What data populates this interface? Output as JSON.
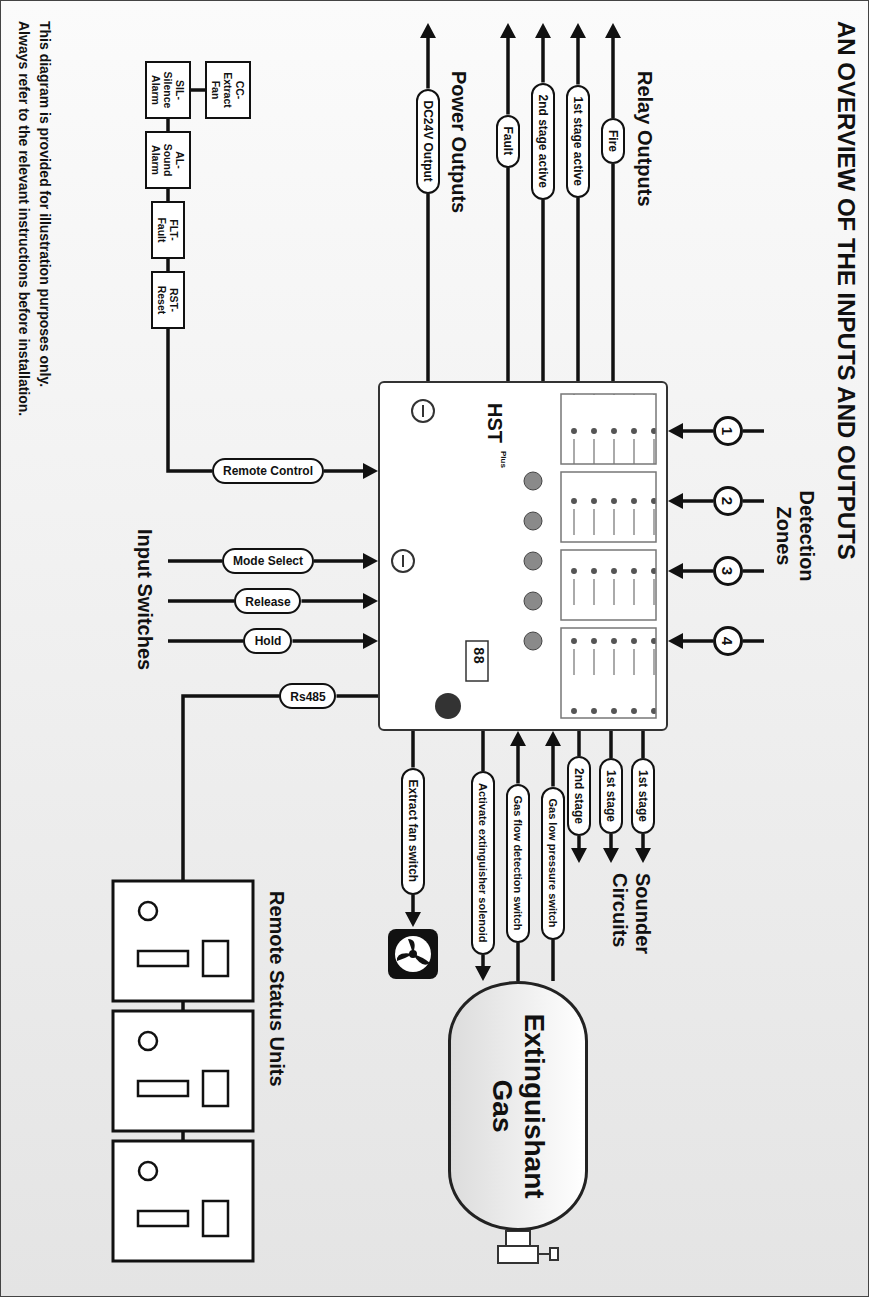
{
  "diagram": {
    "title": "AN OVERVIEW OF THE INPUTS AND OUTPUTS",
    "nodes": [
      {
        "text": [
          "1"
        ]
      },
      {
        "text": [
          "2"
        ]
      },
      {
        "text": [
          "3"
        ]
      },
      {
        "text": [
          "4"
        ]
      },
      {
        "text": [
          "HST",
          "Plus"
        ]
      },
      {
        "text": [
          "Fire"
        ]
      },
      {
        "text": [
          "1st stage active"
        ]
      },
      {
        "text": [
          "2nd stage active"
        ]
      },
      {
        "text": [
          "Fault"
        ]
      },
      {
        "text": [
          "DC24V Output"
        ]
      },
      {
        "text": [
          "1st stage"
        ]
      },
      {
        "text": [
          "1st stage"
        ]
      },
      {
        "text": [
          "2nd stage"
        ]
      },
      {
        "text": [
          "Gas low pressure switch"
        ]
      },
      {
        "text": [
          "Gas flow detection switch"
        ]
      },
      {
        "text": [
          "Activate extinguisher solenoid"
        ]
      },
      {
        "text": [
          "Extinguishant Gas"
        ]
      },
      {
        "text": [
          "Extract fan switch"
        ]
      },
      {
        "text": [
          "CC- Extract Fan"
        ]
      },
      {
        "text": [
          "SIL- Silence Alarm"
        ]
      },
      {
        "text": [
          "AL- Sound Alarm"
        ]
      },
      {
        "text": [
          "FLT- Fault"
        ]
      },
      {
        "text": [
          "RST- Reset"
        ]
      },
      {
        "text": [
          "Remote Control"
        ]
      },
      {
        "text": [
          "Mode Select"
        ]
      },
      {
        "text": [
          "Release"
        ]
      },
      {
        "text": [
          "Hold"
        ]
      },
      {
        "text": [
          "Rs485"
        ]
      }
    ],
    "edges": [
      {
        "from": 0,
        "to": 4,
        "arrow": "to"
      },
      {
        "from": 1,
        "to": 4,
        "arrow": "to"
      },
      {
        "from": 2,
        "to": 4,
        "arrow": "to"
      },
      {
        "from": 3,
        "to": 4,
        "arrow": "to"
      },
      {
        "from": 4,
        "to": 5,
        "arrow": "none"
      },
      {
        "from": 4,
        "to": 6,
        "arrow": "none"
      },
      {
        "from": 4,
        "to": 7,
        "arrow": "none"
      },
      {
        "from": 4,
        "to": 8,
        "arrow": "none"
      },
      {
        "from": 4,
        "to": 9,
        "arrow": "none"
      },
      {
        "from": 4,
        "to": 10,
        "arrow": "none"
      },
      {
        "from": 4,
        "to": 11,
        "arrow": "none"
      },
      {
        "from": 4,
        "to": 12,
        "arrow": "none"
      },
      {
        "from": 16,
        "to": 13,
        "arrow": "none"
      },
      {
        "from": 13,
        "to": 4,
        "arrow": "to"
      },
      {
        "from": 16,
        "to": 14,
        "arrow": "none"
      },
      {
        "from": 14,
        "to": 4,
        "arrow": "to"
      },
      {
        "from": 4,
        "to": 15,
        "arrow": "none"
      },
      {
        "from": 15,
        "to": 16,
        "arrow": "to"
      },
      {
        "from": 4,
        "to": 17,
        "arrow": "none"
      },
      {
        "from": 18,
        "to": 19,
        "arrow": "none"
      },
      {
        "from": 19,
        "to": 20,
        "arrow": "none"
      },
      {
        "from": 20,
        "to": 21,
        "arrow": "none"
      },
      {
        "from": 21,
        "to": 22,
        "arrow": "none"
      },
      {
        "from": 22,
        "to": 23,
        "arrow": "none"
      },
      {
        "from": 23,
        "to": 4,
        "arrow": "to"
      },
      {
        "from": 24,
        "to": 4,
        "arrow": "to"
      },
      {
        "from": 25,
        "to": 4,
        "arrow": "to"
      },
      {
        "from": 26,
        "to": 4,
        "arrow": "to"
      },
      {
        "from": 4,
        "to": 27,
        "arrow": "none"
      }
    ],
    "labels": [
      "Detection Zones",
      "Sounder Circuits",
      "Relay Outputs",
      "Power Outputs",
      "Input Switches",
      "Remote Status Units",
      "88",
      "This diagram is provided for illustration purposes only.",
      "Always refer to the relevant instructions before installation."
    ]
  }
}
